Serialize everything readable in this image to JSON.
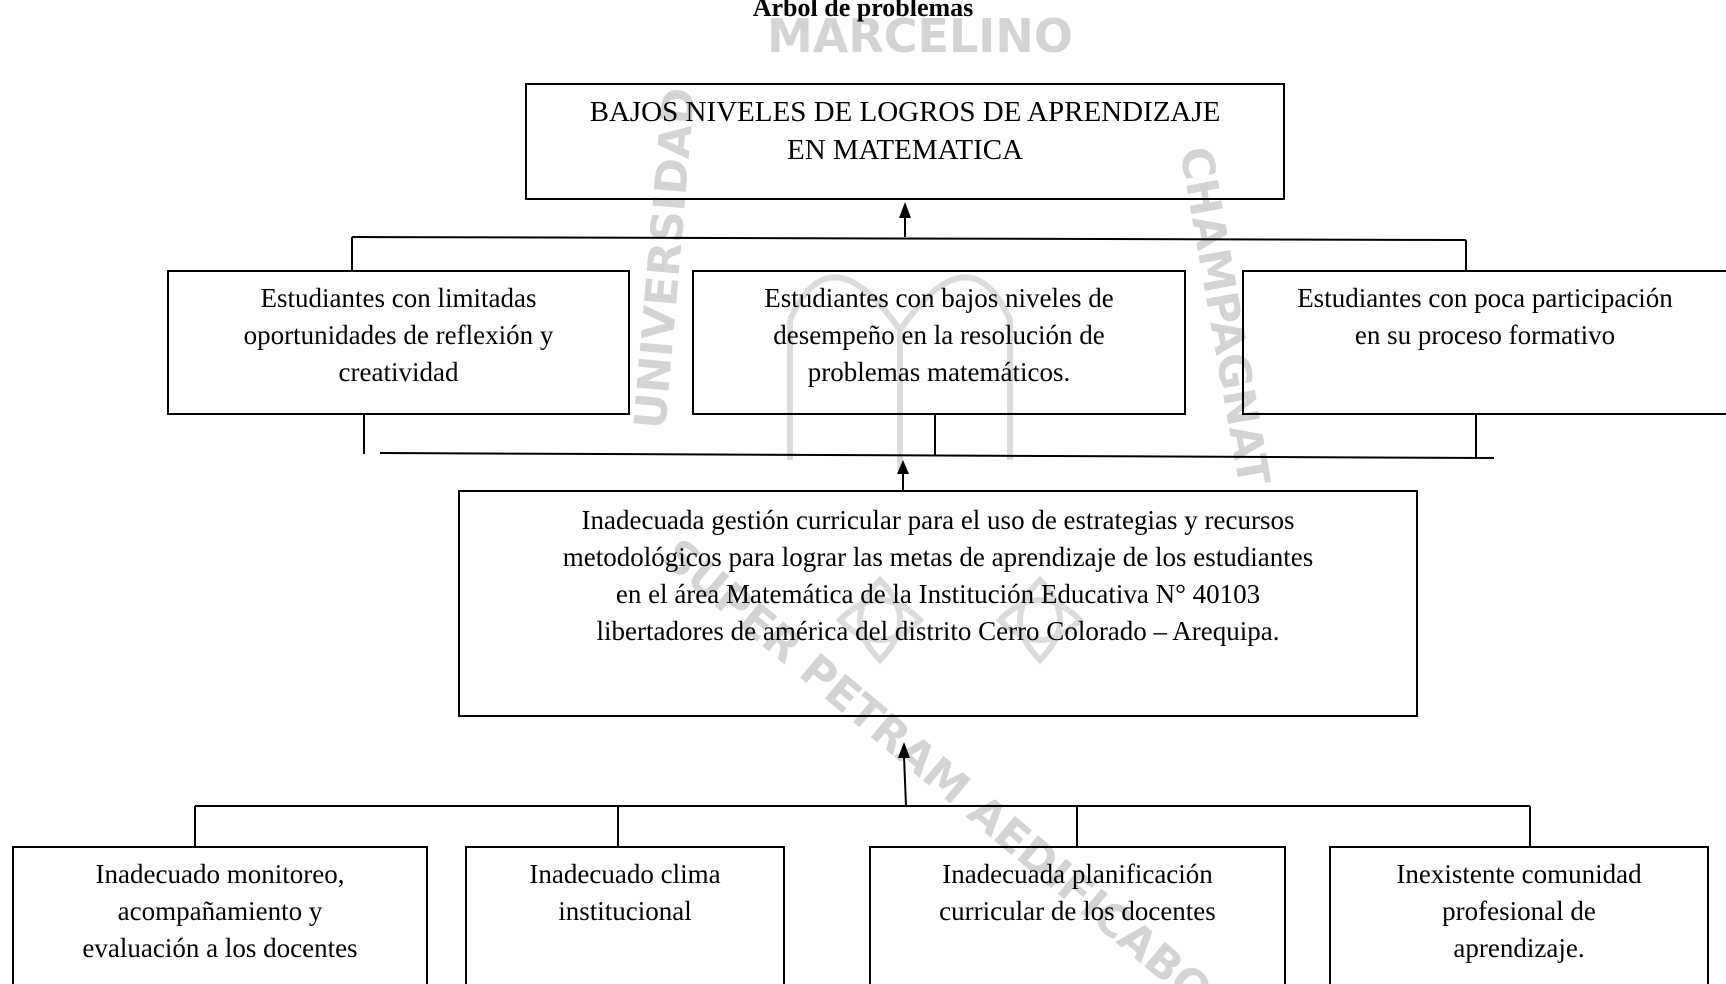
{
  "title": "Árbol de problemas",
  "watermark": {
    "top_text": "MARCELINO",
    "left_text": "UNIVERSIDAD",
    "right_text": "CHAMPAGNAT",
    "bottom_text": "SUPER PETRAM AEDIFICABO",
    "colors": {
      "watermark": "#c9c9c9"
    }
  },
  "effect": {
    "lines": [
      "BAJOS NIVELES DE LOGROS DE APRENDIZAJE",
      "EN MATEMATICA"
    ]
  },
  "consequences": [
    {
      "lines": [
        "Estudiantes con limitadas",
        "oportunidades de reflexión y",
        "creatividad"
      ]
    },
    {
      "lines": [
        "Estudiantes con bajos niveles de",
        "desempeño en la resolución de",
        "problemas matemáticos."
      ]
    },
    {
      "lines": [
        "Estudiantes con poca participación",
        "en su proceso formativo"
      ]
    }
  ],
  "core_problem": {
    "lines": [
      "Inadecuada gestión curricular para el uso de estrategias y recursos",
      "metodológicos para lograr las metas de aprendizaje de los estudiantes",
      "en el área Matemática de la Institución Educativa N° 40103",
      "libertadores de américa del distrito Cerro Colorado – Arequipa."
    ]
  },
  "causes": [
    {
      "lines": [
        "Inadecuado monitoreo,",
        "acompañamiento y",
        "evaluación a los docentes"
      ]
    },
    {
      "lines": [
        "Inadecuado clima",
        "institucional"
      ]
    },
    {
      "lines": [
        "Inadecuada planificación",
        "curricular de los docentes"
      ]
    },
    {
      "lines": [
        "Inexistente comunidad",
        "profesional de",
        "aprendizaje."
      ]
    }
  ]
}
